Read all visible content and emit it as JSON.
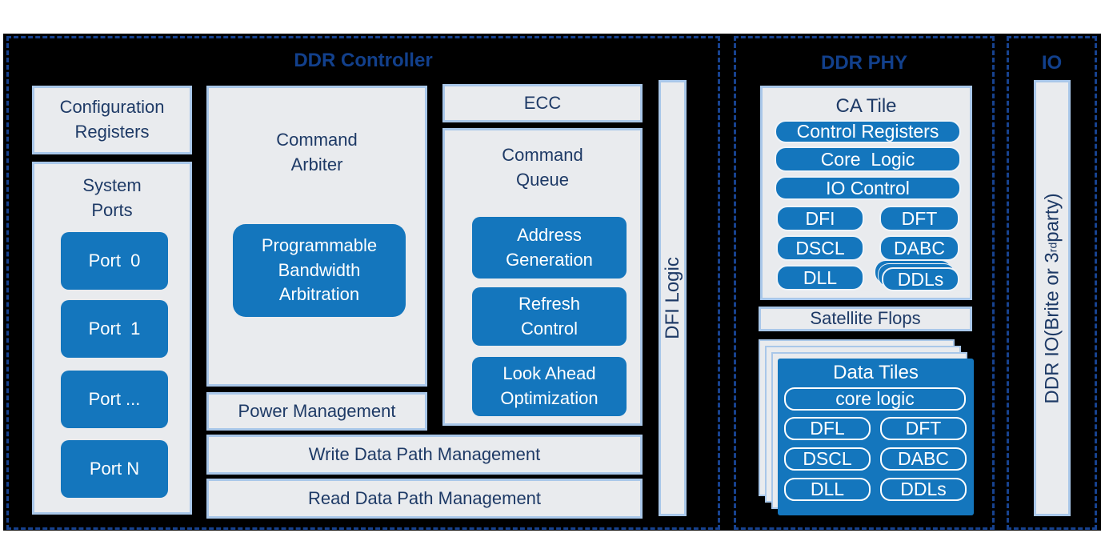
{
  "colors": {
    "accent_blue": "#1476bd",
    "navy_label": "#1e3a66",
    "header_navy": "#12408c",
    "dashed_border": "#17428f",
    "panel_background": "#000000",
    "box_fill": "#e9ebee",
    "box_border": "#a9c7e9",
    "inner_text_white": "#ffffff"
  },
  "controller": {
    "title": "DDR Controller",
    "config_registers": "Configuration\nRegisters",
    "system_ports": {
      "title": "System\nPorts",
      "ports": [
        "Port  0",
        "Port  1",
        "Port ...",
        "Port N"
      ]
    },
    "command_arbiter": {
      "title": "Command\nArbiter",
      "inner": "Programmable\nBandwidth\nArbitration"
    },
    "ecc": "ECC",
    "command_queue": {
      "title": "Command\nQueue",
      "items": [
        "Address\nGeneration",
        "Refresh\nControl",
        "Look Ahead\nOptimization"
      ]
    },
    "power_management": "Power Management",
    "write_path": "Write Data Path Management",
    "read_path": "Read Data Path Management",
    "dfi_logic": "DFI Logic"
  },
  "phy": {
    "title": "DDR PHY",
    "ca_tile": {
      "title": "CA Tile",
      "rows": [
        "Control Registers",
        "Core  Logic",
        "IO Control"
      ],
      "grid": [
        [
          "DFI",
          "DFT"
        ],
        [
          "DSCL",
          "DABC"
        ],
        [
          "DLL",
          "DDLs"
        ]
      ]
    },
    "satellite_flops": "Satellite Flops",
    "data_tiles": {
      "title": "Data Tiles",
      "rows": [
        "core logic"
      ],
      "grid": [
        [
          "DFL",
          "DFT"
        ],
        [
          "DSCL",
          "DABC"
        ],
        [
          "DLL",
          "DDLs"
        ]
      ]
    }
  },
  "io": {
    "title": "IO",
    "bar": {
      "prefix": "DDR IO(Brite or 3",
      "sup": "rd",
      "suffix": " party)"
    }
  }
}
